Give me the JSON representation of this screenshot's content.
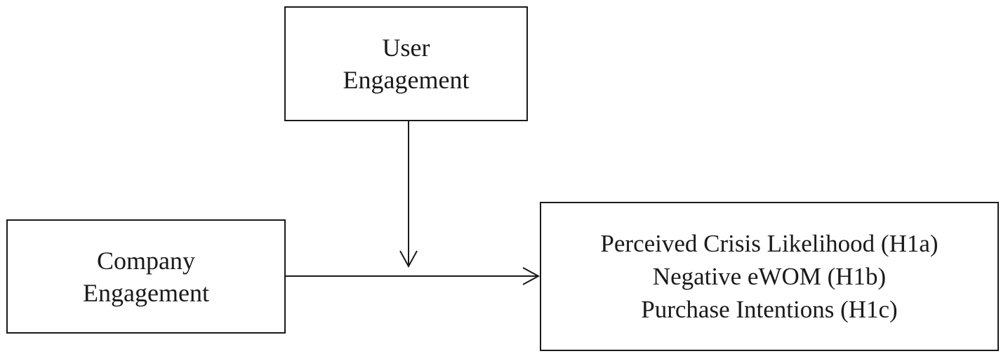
{
  "diagram": {
    "nodes": {
      "user_engagement": {
        "lines": [
          "User",
          "Engagement"
        ]
      },
      "company_engagement": {
        "lines": [
          "Company",
          "Engagement"
        ]
      },
      "outcomes": {
        "lines": [
          "Perceived Crisis Likelihood (H1a)",
          "Negative eWOM (H1b)",
          "Purchase Intentions (H1c)"
        ]
      }
    },
    "edges": [
      {
        "from": "company_engagement",
        "to": "outcomes",
        "style": "arrow"
      },
      {
        "from": "user_engagement",
        "to": "company_engagement-to-outcomes-path",
        "style": "arrow",
        "role": "moderator"
      }
    ],
    "colors": {
      "stroke": "#1a1a1a",
      "background": "#ffffff"
    }
  }
}
